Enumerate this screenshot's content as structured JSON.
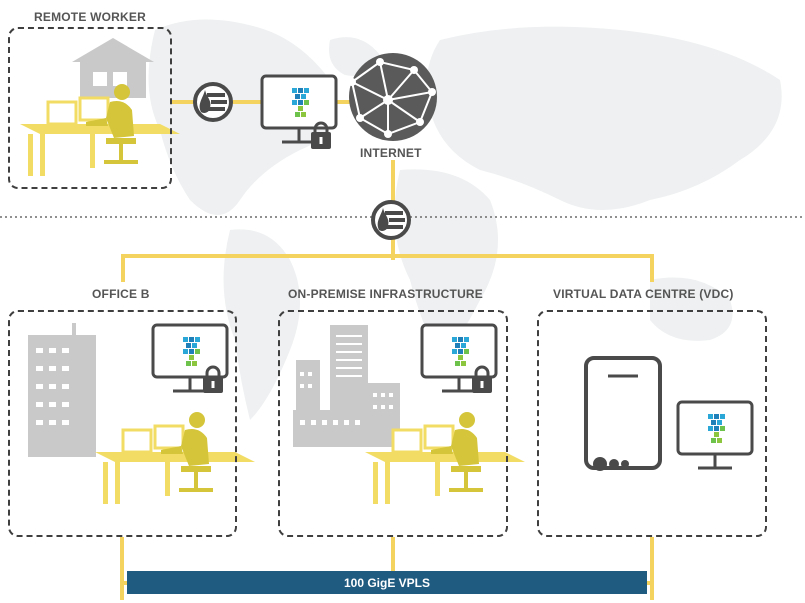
{
  "diagram": {
    "labels": {
      "remote_worker": "REMOTE WORKER",
      "internet": "INTERNET",
      "office_b": "OFFICE B",
      "on_premise": "ON-PREMISE INFRASTRUCTURE",
      "vdc": "VIRTUAL DATA CENTRE (VDC)",
      "vpls": "100 GigE VPLS"
    },
    "colors": {
      "connector": "#f4d35e",
      "desk": "#f2dc63",
      "person": "#d4c53a",
      "building": "#c9c9c9",
      "dark_icon": "#4a4a4a",
      "vpls_bar": "#1f5a80",
      "map": "#eef0f1",
      "dashed_border": "#3f3f3f"
    },
    "icons": [
      "house-icon",
      "firewall-icon",
      "monitor-icon",
      "padlock-icon",
      "globe-icon",
      "office-building-icon",
      "person-at-desk-icon",
      "server-icon"
    ]
  }
}
